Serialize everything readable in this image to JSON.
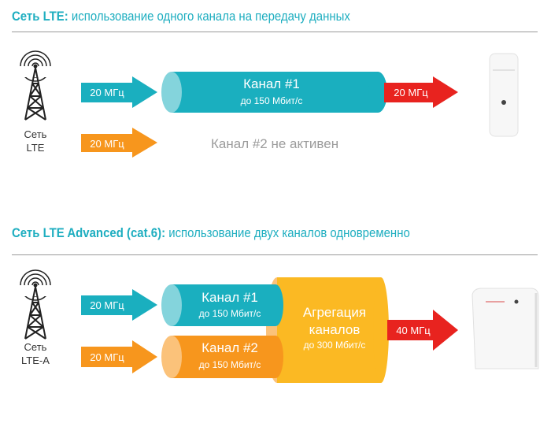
{
  "section1": {
    "title_bold": "Сеть LTE:",
    "title_rest": " использование одного канала на передачу данных",
    "tower_label_1": "Сеть",
    "tower_label_2": "LTE",
    "input_arrow_1": "20 МГц",
    "input_arrow_2": "20 МГц",
    "channel1_name": "Канал #1",
    "channel1_speed": "до 150 Мбит/с",
    "output_arrow": "20 МГц",
    "channel2_inactive": "Канал #2 не активен"
  },
  "section2": {
    "title_bold": "Сеть LTE Advanced (cat.6):",
    "title_rest": " использование двух каналов одновременно",
    "tower_label_1": "Сеть",
    "tower_label_2": "LTE-A",
    "input_arrow_1": "20 МГц",
    "input_arrow_2": "20 МГц",
    "channel1_name": "Канал #1",
    "channel1_speed": "до 150 Мбит/с",
    "channel2_name": "Канал #2",
    "channel2_speed": "до 150 Мбит/с",
    "aggregation_line1": "Агрегация",
    "aggregation_line2": "каналов",
    "aggregation_speed": "до 300 Мбит/с",
    "output_arrow": "40 МГц"
  },
  "colors": {
    "teal": "#1aafbf",
    "teal_light": "#84d4dc",
    "orange": "#f7961d",
    "orange_light": "#fbc27a",
    "yellow": "#fbb923",
    "red": "#e8231f",
    "gray_text": "#9b9b9b"
  }
}
